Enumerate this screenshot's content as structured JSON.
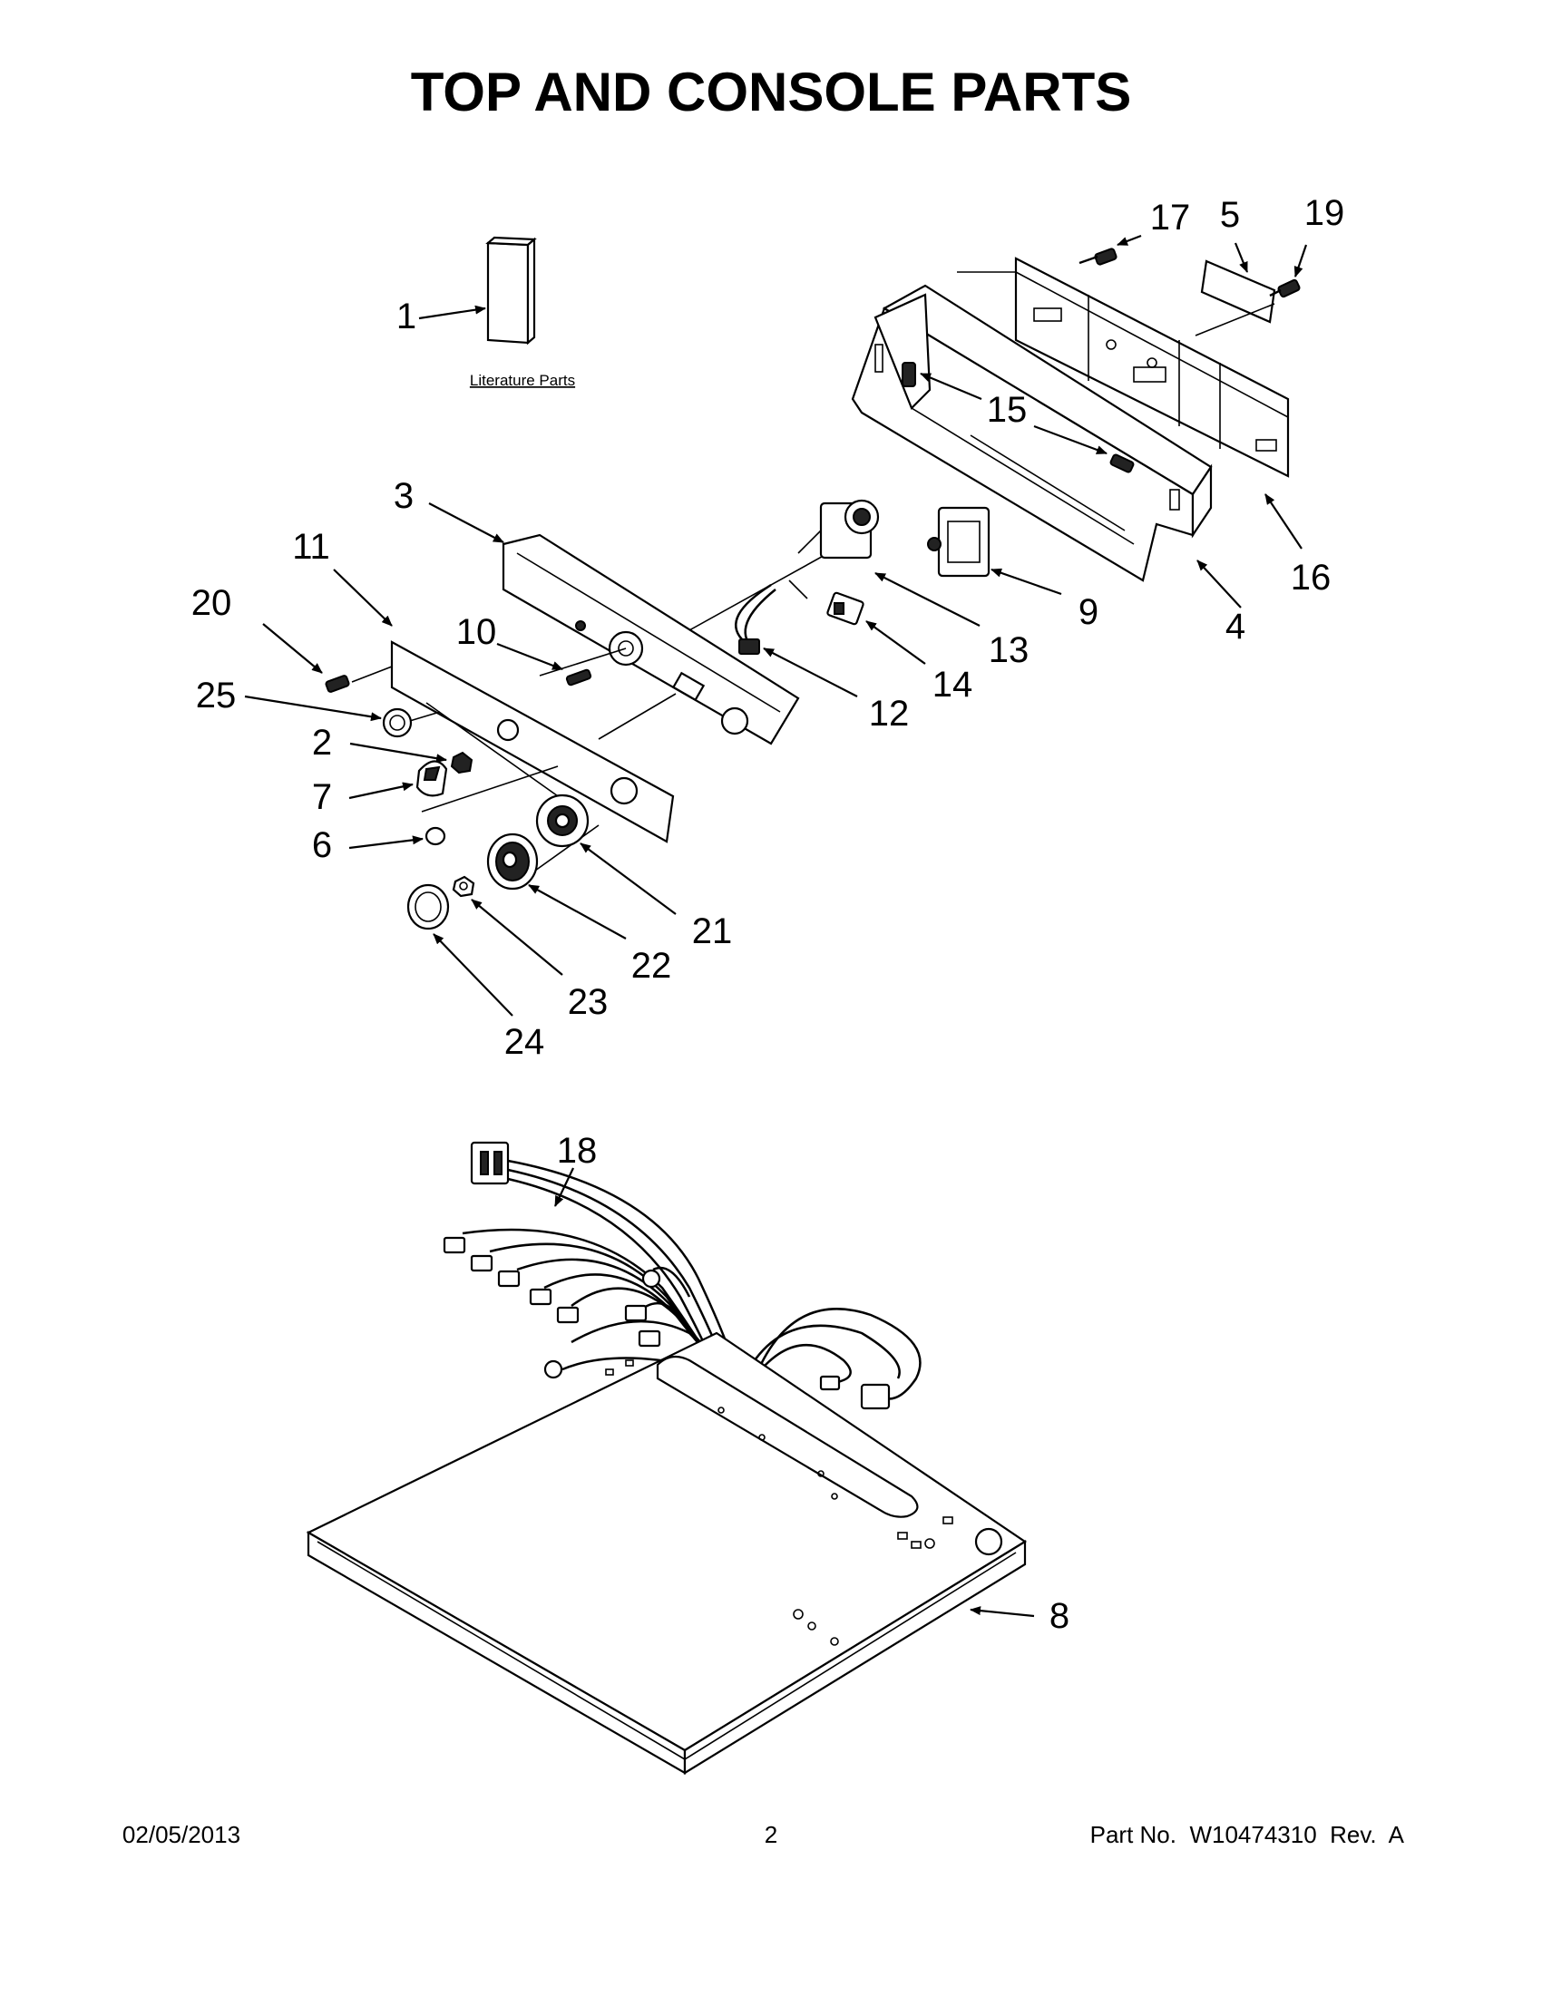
{
  "page": {
    "title": "TOP AND CONSOLE PARTS",
    "literature_label": "Literature Parts"
  },
  "footer": {
    "date": "02/05/2013",
    "page_number": "2",
    "part_info": "Part No.  W10474310  Rev.  A"
  },
  "callouts": {
    "c1": "1",
    "c2": "2",
    "c3": "3",
    "c4": "4",
    "c5": "5",
    "c6": "6",
    "c7": "7",
    "c8": "8",
    "c9": "9",
    "c10": "10",
    "c11": "11",
    "c12": "12",
    "c13": "13",
    "c14": "14",
    "c15": "15",
    "c16": "16",
    "c17": "17",
    "c18": "18",
    "c19": "19",
    "c20": "20",
    "c21": "21",
    "c22": "22",
    "c23": "23",
    "c24": "24",
    "c25": "25"
  }
}
